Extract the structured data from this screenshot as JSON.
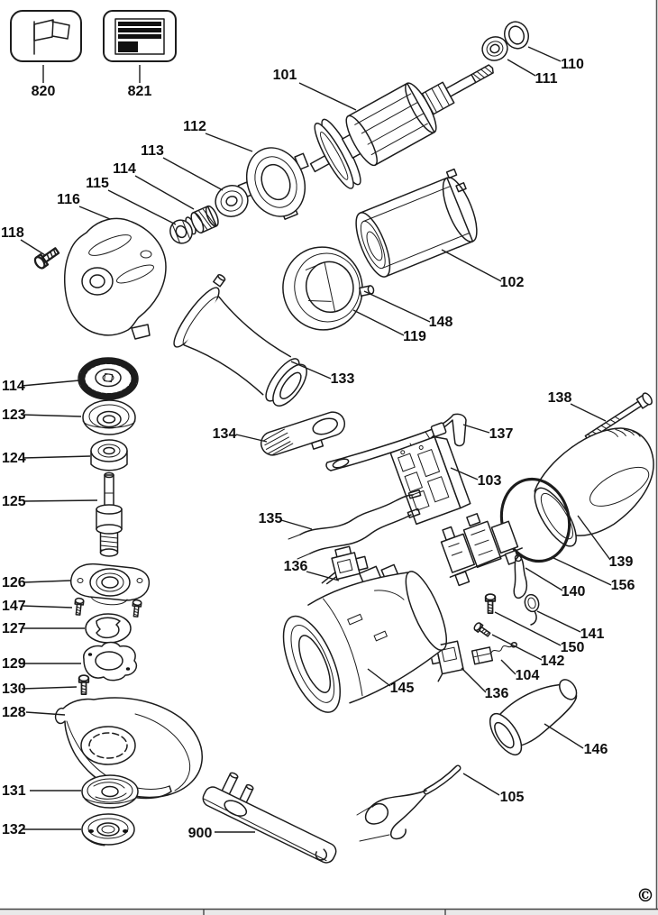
{
  "diagram": {
    "kind": "exploded-parts-diagram",
    "subject": "angle grinder spare parts",
    "copyright_mark": "©",
    "line_color": "#1c1c1c",
    "background": "#ffffff"
  },
  "callouts": {
    "c820": "820",
    "c821": "821",
    "c101": "101",
    "c102": "102",
    "c103": "103",
    "c104": "104",
    "c105": "105",
    "c110": "110",
    "c111": "111",
    "c112": "112",
    "c113": "113",
    "c114_top": "114",
    "c114_left": "114",
    "c115": "115",
    "c116": "116",
    "c118": "118",
    "c119": "119",
    "c123": "123",
    "c124": "124",
    "c125": "125",
    "c126": "126",
    "c127": "127",
    "c128": "128",
    "c129": "129",
    "c130": "130",
    "c131": "131",
    "c132": "132",
    "c133": "133",
    "c134": "134",
    "c135": "135",
    "c136_mid": "136",
    "c136_low": "136",
    "c137": "137",
    "c138": "138",
    "c139": "139",
    "c140": "140",
    "c141": "141",
    "c142": "142",
    "c145": "145",
    "c146": "146",
    "c147": "147",
    "c148": "148",
    "c150": "150",
    "c156": "156",
    "c900": "900"
  }
}
